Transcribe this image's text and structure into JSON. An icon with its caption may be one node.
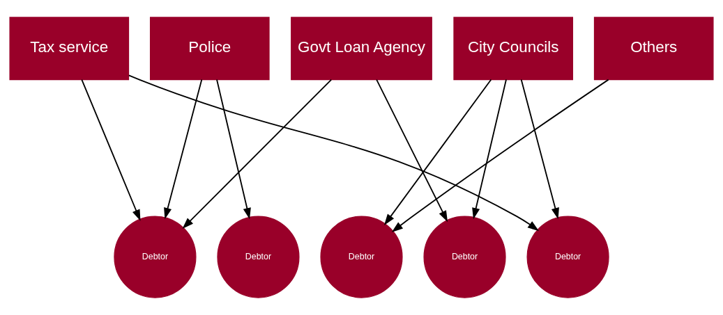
{
  "diagram": {
    "nodes": [
      {
        "text": [
          "Tax service"
        ]
      },
      {
        "text": [
          "Police"
        ]
      },
      {
        "text": [
          "Govt Loan Agency"
        ]
      },
      {
        "text": [
          "City Councils"
        ]
      },
      {
        "text": [
          "Others"
        ]
      },
      {
        "text": [
          "Debtor"
        ]
      },
      {
        "text": [
          "Debtor"
        ]
      },
      {
        "text": [
          "Debtor"
        ]
      },
      {
        "text": [
          "Debtor"
        ]
      },
      {
        "text": [
          "Debtor"
        ]
      }
    ],
    "edges": [
      {
        "from": 0,
        "to": 5,
        "arrow": "to"
      },
      {
        "from": 0,
        "to": 9,
        "arrow": "to"
      },
      {
        "from": 1,
        "to": 5,
        "arrow": "to"
      },
      {
        "from": 1,
        "to": 6,
        "arrow": "to"
      },
      {
        "from": 2,
        "to": 5,
        "arrow": "to"
      },
      {
        "from": 2,
        "to": 8,
        "arrow": "to"
      },
      {
        "from": 3,
        "to": 7,
        "arrow": "to"
      },
      {
        "from": 3,
        "to": 8,
        "arrow": "to"
      },
      {
        "from": 3,
        "to": 9,
        "arrow": "to"
      },
      {
        "from": 4,
        "to": 7,
        "arrow": "to"
      }
    ]
  }
}
